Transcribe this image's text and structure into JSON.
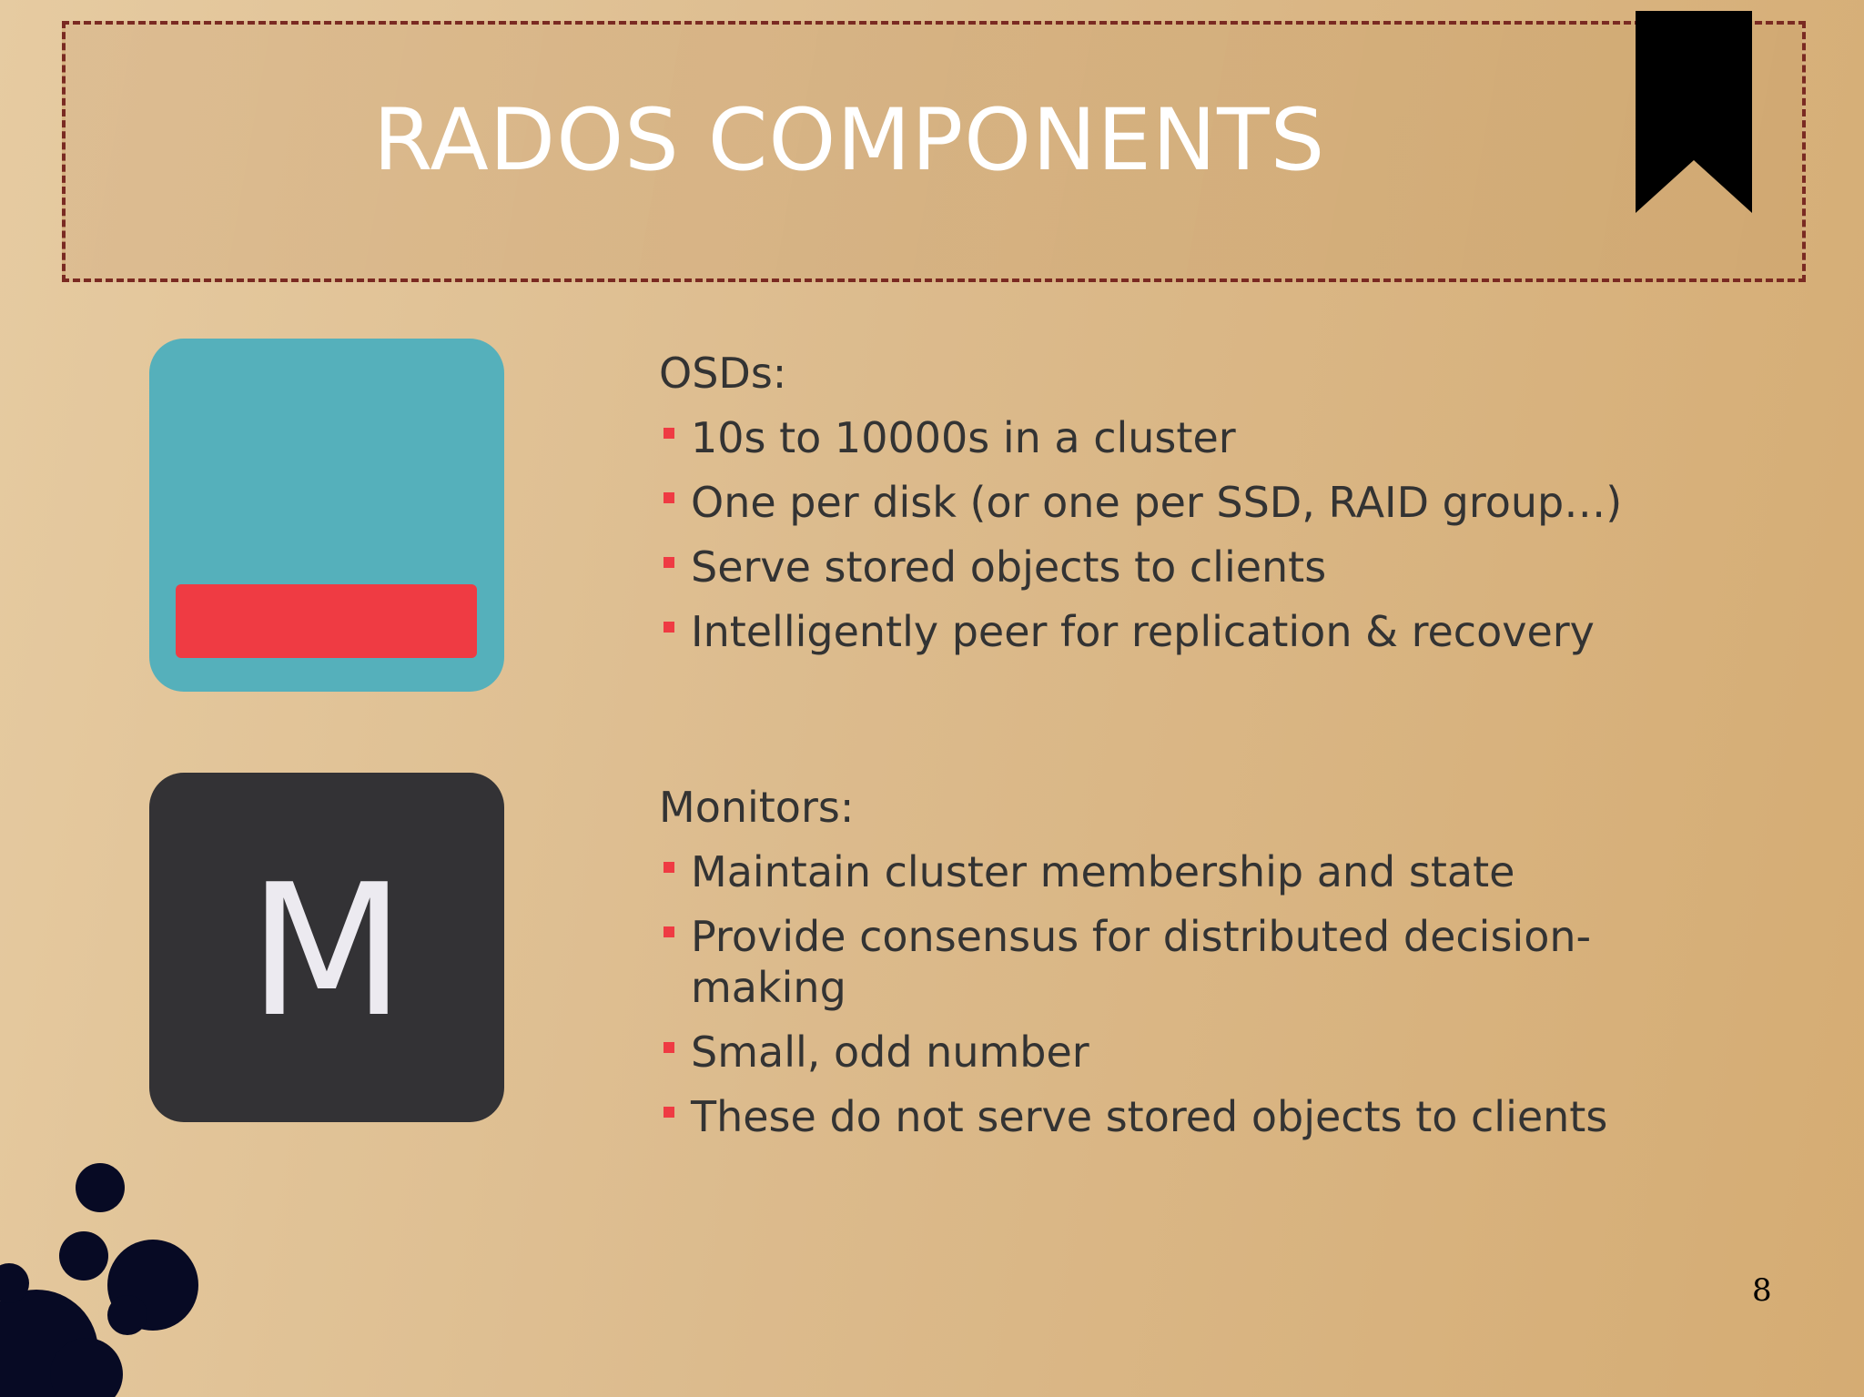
{
  "slide": {
    "title": "RADOS COMPONENTS",
    "page_number": "8"
  },
  "osd": {
    "heading": "OSDs:",
    "bullets": [
      "10s to 10000s in a cluster",
      "One per disk (or one per SSD, RAID group…)",
      "Serve stored objects to clients",
      "Intelligently peer for replication & recovery"
    ]
  },
  "monitor": {
    "icon_letter": "M",
    "heading": "Monitors:",
    "bullets": [
      "Maintain cluster membership and state",
      "Provide consensus for distributed decision-making",
      "Small, odd number",
      "These do not serve stored objects to clients"
    ]
  },
  "icons": [
    "bookmark-icon",
    "osd-disk-icon",
    "monitor-icon",
    "ink-splatter"
  ],
  "colors": {
    "accent_red": "#ef3b43",
    "osd_teal": "#55b0bb",
    "monitor_dark": "#333235",
    "frame_border": "#7a2a22",
    "text": "#333333"
  }
}
